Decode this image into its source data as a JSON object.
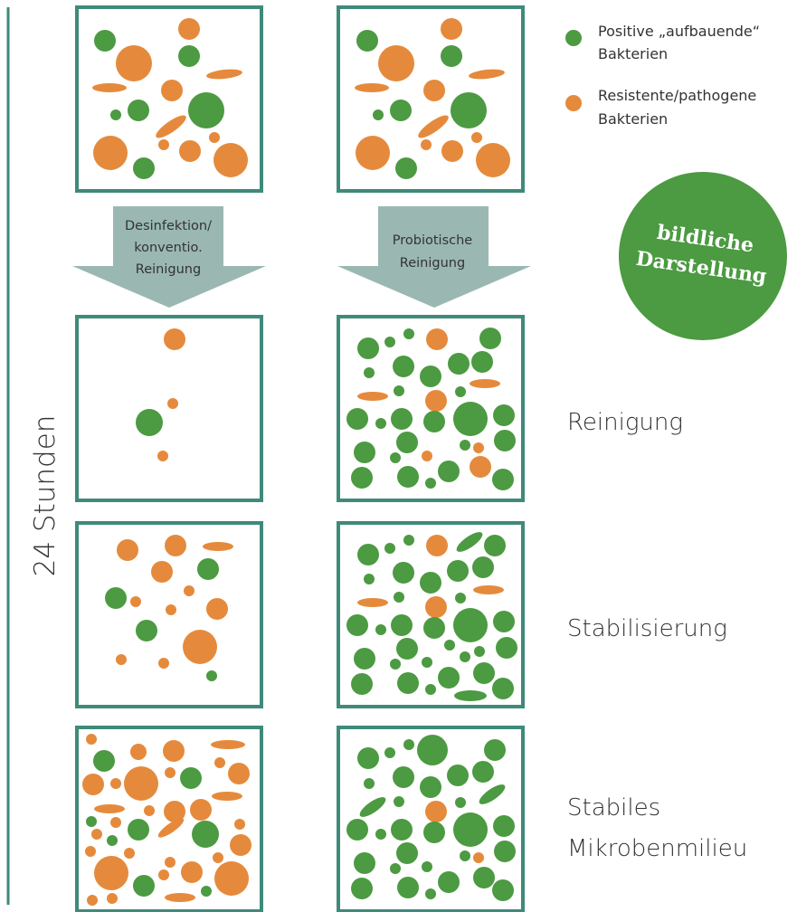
{
  "colors": {
    "positive": "#4c9a42",
    "resistant": "#e58a3c",
    "frame": "#3f8a7a",
    "arrow": "#9ab8b1",
    "badge": "#4c9a42",
    "timeline": "#3f8a7a",
    "text": "#333333"
  },
  "timeline": {
    "label": "24 Stunden"
  },
  "legend": {
    "items": [
      {
        "key": "positive",
        "line1": "Positive „aufbauende“",
        "line2": "Bakterien",
        "icon": "green-dot-icon"
      },
      {
        "key": "resistant",
        "line1": "Resistente/pathogene",
        "line2": "Bakterien",
        "icon": "orange-dot-icon"
      }
    ]
  },
  "badge": {
    "line1": "bildliche",
    "line2": "Darstellung"
  },
  "arrows": [
    {
      "lines": [
        "Desinfektion/",
        "konventio.",
        "Reinigung"
      ]
    },
    {
      "lines": [
        "Probiotische",
        "Reinigung"
      ]
    }
  ],
  "stages": [
    {
      "lines": [
        "Reinigung"
      ]
    },
    {
      "lines": [
        "Stabilisierung"
      ]
    },
    {
      "lines": [
        "Stabiles",
        "Mikrobenmilieu"
      ]
    }
  ]
}
